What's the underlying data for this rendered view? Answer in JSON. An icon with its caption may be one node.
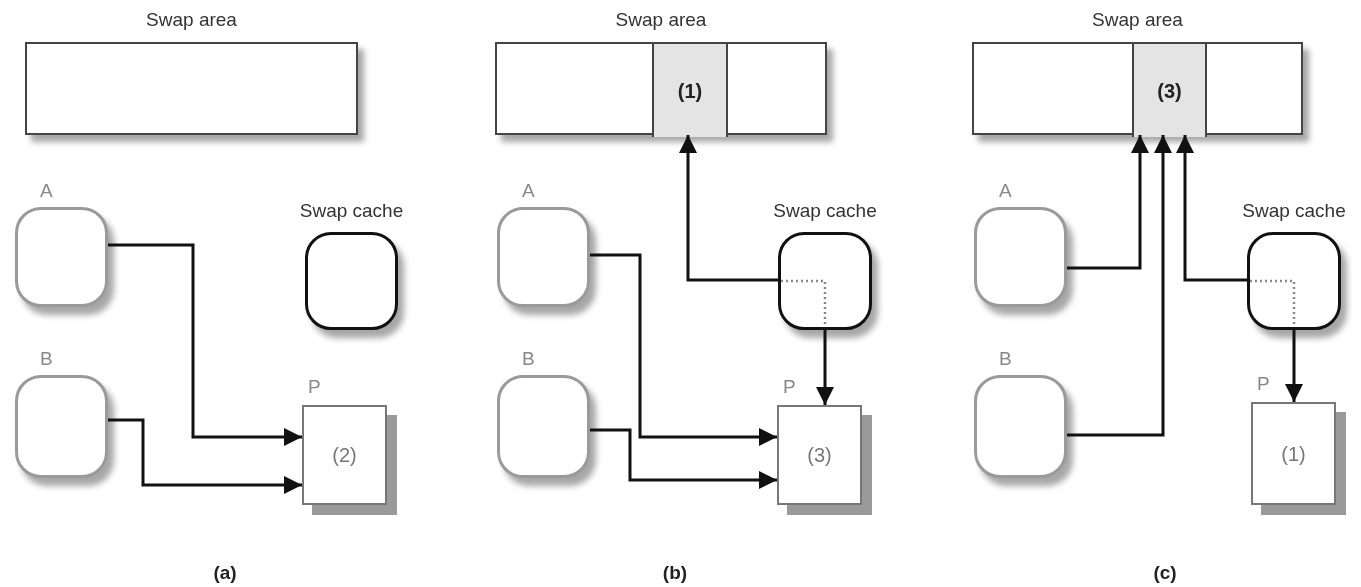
{
  "diagram": {
    "nodes": [
      {
        "text": [
          "Swap area"
        ]
      },
      {
        "text": [
          "A"
        ]
      },
      {
        "text": [
          "Swap cache"
        ]
      },
      {
        "text": [
          "B"
        ]
      },
      {
        "text": [
          "P",
          "(2)"
        ]
      },
      {
        "text": [
          "Swap area"
        ]
      },
      {
        "text": [
          "(1)"
        ],
        "in": 5
      },
      {
        "text": [
          "A"
        ]
      },
      {
        "text": [
          "Swap cache"
        ]
      },
      {
        "text": [
          "B"
        ]
      },
      {
        "text": [
          "P",
          "(3)"
        ]
      },
      {
        "text": [
          "Swap area"
        ]
      },
      {
        "text": [
          "(3)"
        ],
        "in": 11
      },
      {
        "text": [
          "A"
        ]
      },
      {
        "text": [
          "Swap cache"
        ]
      },
      {
        "text": [
          "B"
        ]
      },
      {
        "text": [
          "P",
          "(1)"
        ]
      }
    ],
    "edges": [
      {
        "from": 1,
        "to": 4,
        "arrow": "to"
      },
      {
        "from": 3,
        "to": 4,
        "arrow": "to"
      },
      {
        "from": 8,
        "to": 6,
        "arrow": "to"
      },
      {
        "from": 7,
        "to": 10,
        "arrow": "to"
      },
      {
        "from": 9,
        "to": 10,
        "arrow": "to"
      },
      {
        "from": 8,
        "to": 10,
        "arrow": "to"
      },
      {
        "from": 13,
        "to": 12,
        "arrow": "to"
      },
      {
        "from": 15,
        "to": 12,
        "arrow": "to"
      },
      {
        "from": 14,
        "to": 12,
        "arrow": "to"
      },
      {
        "from": 14,
        "to": 16,
        "arrow": "to"
      }
    ],
    "labels": [
      "(a)",
      "(b)",
      "(c)"
    ]
  }
}
